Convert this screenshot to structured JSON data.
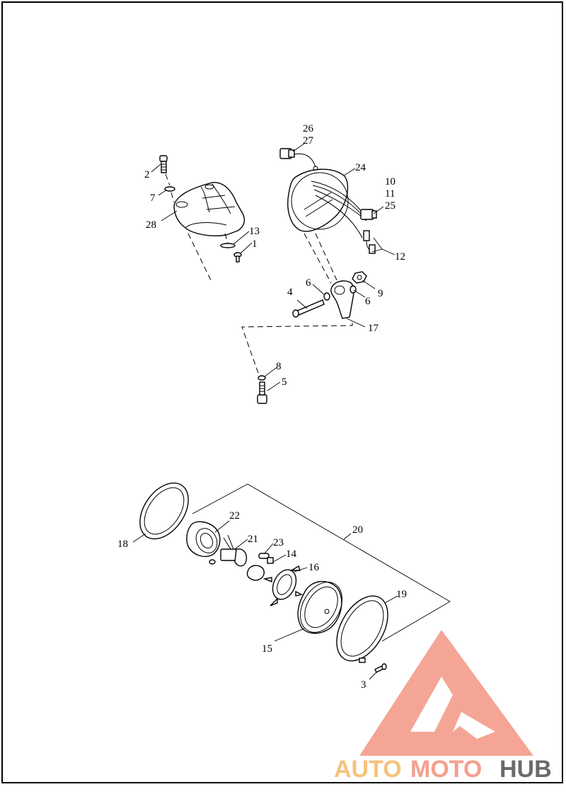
{
  "diagram": {
    "labels": {
      "l1": "1",
      "l2": "2",
      "l3": "3",
      "l4": "4",
      "l5": "5",
      "l6a": "6",
      "l6b": "6",
      "l7": "7",
      "l8": "8",
      "l9": "9",
      "l10": "10",
      "l11": "11",
      "l12": "12",
      "l13": "13",
      "l14": "14",
      "l15": "15",
      "l16": "16",
      "l17": "17",
      "l18": "18",
      "l19": "19",
      "l20": "20",
      "l21": "21",
      "l22": "22",
      "l23": "23",
      "l24": "24",
      "l25": "25",
      "l26": "26",
      "l27": "27",
      "l28": "28"
    }
  },
  "watermark": {
    "word_auto": "AUTO",
    "word_moto": "MOTO",
    "word_hub": "HUB",
    "color_primary": "#f4a08f",
    "color_secondary": "#f6c27a",
    "color_hub": "#6b6b6b"
  }
}
